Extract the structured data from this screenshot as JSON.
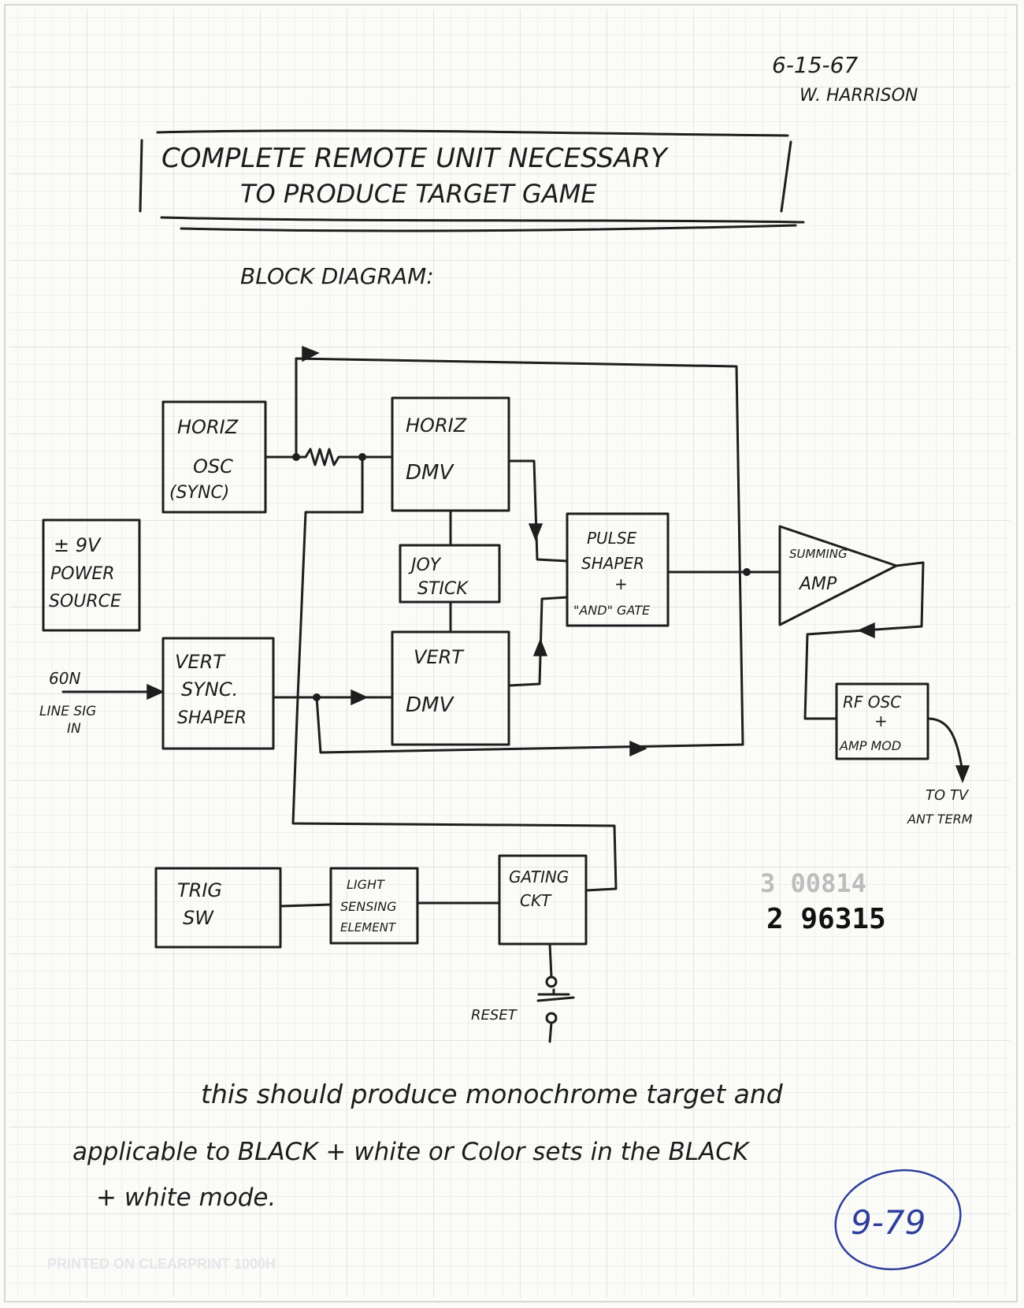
{
  "header": {
    "date": "6-15-67",
    "author": "W. HARRISON"
  },
  "title": {
    "line1": "COMPLETE REMOTE UNIT NECESSARY",
    "line2": "TO PRODUCE TARGET GAME"
  },
  "diagram_heading": "BLOCK DIAGRAM:",
  "blocks": {
    "horiz_osc": [
      "HORIZ",
      "OSC",
      "(SYNC)"
    ],
    "power": [
      "± 9V",
      "POWER",
      "SOURCE"
    ],
    "vert_sync": [
      "VERT",
      "SYNC.",
      "SHAPER"
    ],
    "horiz_dmv": [
      "HORIZ",
      "DMV"
    ],
    "joystick": [
      "JOY",
      "STICK"
    ],
    "vert_dmv": [
      "VERT",
      "DMV"
    ],
    "pulse_shaper": [
      "PULSE",
      "SHAPER",
      "+",
      "\"AND\" GATE"
    ],
    "summing_amp": [
      "SUMMING",
      "AMP"
    ],
    "rf_osc": [
      "RF OSC",
      "+",
      "AMP MOD"
    ],
    "trig_sw": [
      "TRIG",
      "SW"
    ],
    "light_sensing": [
      "LIGHT",
      "SENSING",
      "ELEMENT"
    ],
    "gating_ckt": [
      "GATING",
      "CKT"
    ]
  },
  "labels": {
    "input": [
      "60N",
      "LINE SIG",
      "IN"
    ],
    "output": [
      "TO TV",
      "ANT TERM"
    ],
    "reset": "RESET"
  },
  "notes": {
    "line1": "this should produce monochrome target and",
    "line2": "applicable to  BLACK + white or Color sets in the BLACK",
    "line3": "+ white mode."
  },
  "stamp": {
    "faint": "3 00814",
    "number": "2 96315"
  },
  "page_number": "9-79",
  "printed_footer": "PRINTED ON CLEARPRINT 1000H"
}
